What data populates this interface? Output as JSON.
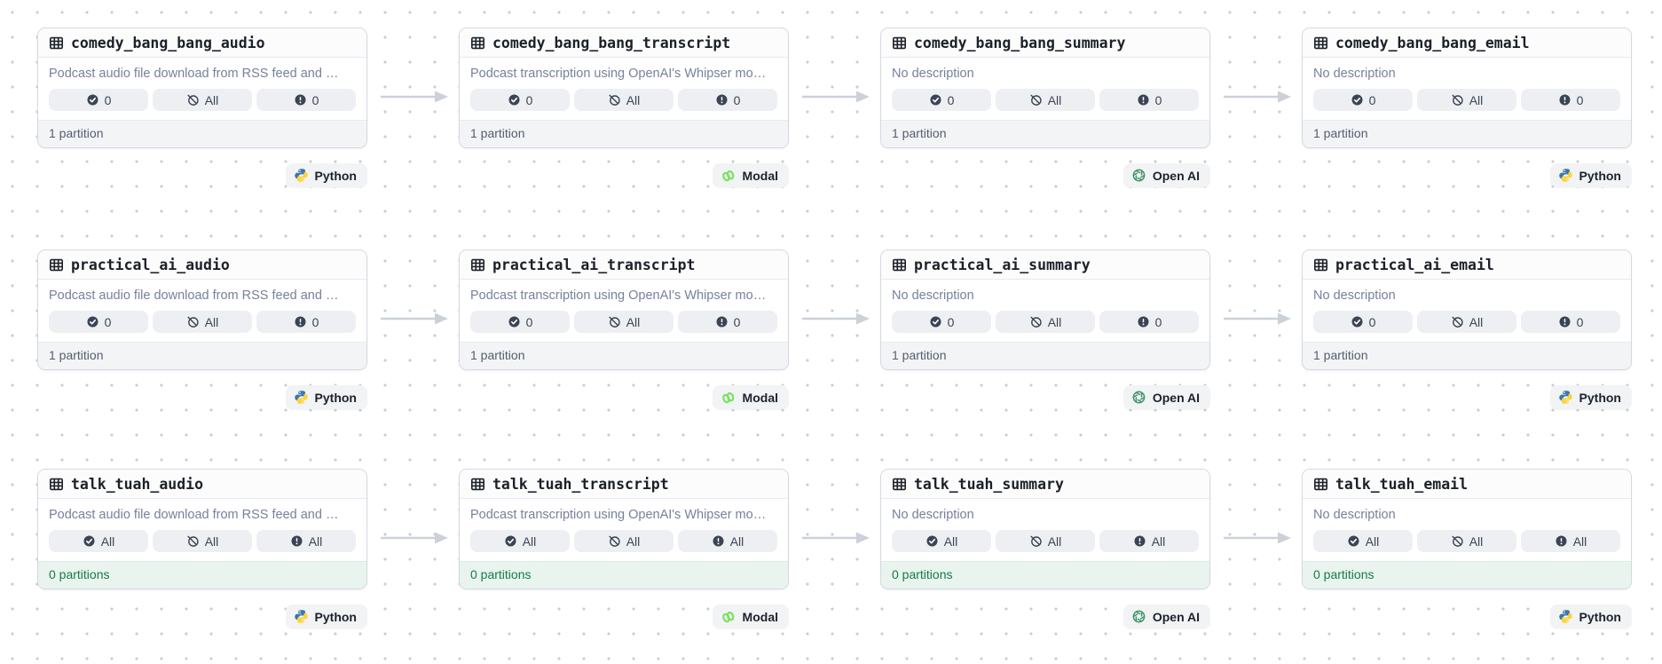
{
  "colors": {
    "arrow": "#ccd1d9",
    "dot_grid": "#c9ced6",
    "badge_bg": "#edeff2",
    "footer_green_bg": "#e8f4ed",
    "footer_green_text": "#167a4d",
    "python_blue": "#3b77a9",
    "python_yellow": "#ffd43b",
    "modal_green": "#74e357",
    "openai_green": "#41956a"
  },
  "rows": [
    {
      "cards": [
        {
          "title": "comedy_bang_bang_audio",
          "description": "Podcast audio file download from RSS feed and …",
          "badges": [
            {
              "icon": "check-circle",
              "label": "0"
            },
            {
              "icon": "slash-circle",
              "label": "All"
            },
            {
              "icon": "exclamation-circle",
              "label": "0"
            }
          ],
          "footer": "1 partition",
          "footer_state": "default",
          "tag": {
            "icon": "python",
            "label": "Python"
          }
        },
        {
          "title": "comedy_bang_bang_transcript",
          "description": "Podcast transcription using OpenAI's Whipser mo…",
          "badges": [
            {
              "icon": "check-circle",
              "label": "0"
            },
            {
              "icon": "slash-circle",
              "label": "All"
            },
            {
              "icon": "exclamation-circle",
              "label": "0"
            }
          ],
          "footer": "1 partition",
          "footer_state": "default",
          "tag": {
            "icon": "modal",
            "label": "Modal"
          }
        },
        {
          "title": "comedy_bang_bang_summary",
          "description": "No description",
          "badges": [
            {
              "icon": "check-circle",
              "label": "0"
            },
            {
              "icon": "slash-circle",
              "label": "All"
            },
            {
              "icon": "exclamation-circle",
              "label": "0"
            }
          ],
          "footer": "1 partition",
          "footer_state": "default",
          "tag": {
            "icon": "openai",
            "label": "Open AI"
          }
        },
        {
          "title": "comedy_bang_bang_email",
          "description": "No description",
          "badges": [
            {
              "icon": "check-circle",
              "label": "0"
            },
            {
              "icon": "slash-circle",
              "label": "All"
            },
            {
              "icon": "exclamation-circle",
              "label": "0"
            }
          ],
          "footer": "1 partition",
          "footer_state": "default",
          "tag": {
            "icon": "python",
            "label": "Python"
          }
        }
      ]
    },
    {
      "cards": [
        {
          "title": "practical_ai_audio",
          "description": "Podcast audio file download from RSS feed and …",
          "badges": [
            {
              "icon": "check-circle",
              "label": "0"
            },
            {
              "icon": "slash-circle",
              "label": "All"
            },
            {
              "icon": "exclamation-circle",
              "label": "0"
            }
          ],
          "footer": "1 partition",
          "footer_state": "default",
          "tag": {
            "icon": "python",
            "label": "Python"
          }
        },
        {
          "title": "practical_ai_transcript",
          "description": "Podcast transcription using OpenAI's Whipser mo…",
          "badges": [
            {
              "icon": "check-circle",
              "label": "0"
            },
            {
              "icon": "slash-circle",
              "label": "All"
            },
            {
              "icon": "exclamation-circle",
              "label": "0"
            }
          ],
          "footer": "1 partition",
          "footer_state": "default",
          "tag": {
            "icon": "modal",
            "label": "Modal"
          }
        },
        {
          "title": "practical_ai_summary",
          "description": "No description",
          "badges": [
            {
              "icon": "check-circle",
              "label": "0"
            },
            {
              "icon": "slash-circle",
              "label": "All"
            },
            {
              "icon": "exclamation-circle",
              "label": "0"
            }
          ],
          "footer": "1 partition",
          "footer_state": "default",
          "tag": {
            "icon": "openai",
            "label": "Open AI"
          }
        },
        {
          "title": "practical_ai_email",
          "description": "No description",
          "badges": [
            {
              "icon": "check-circle",
              "label": "0"
            },
            {
              "icon": "slash-circle",
              "label": "All"
            },
            {
              "icon": "exclamation-circle",
              "label": "0"
            }
          ],
          "footer": "1 partition",
          "footer_state": "default",
          "tag": {
            "icon": "python",
            "label": "Python"
          }
        }
      ]
    },
    {
      "cards": [
        {
          "title": "talk_tuah_audio",
          "description": "Podcast audio file download from RSS feed and …",
          "badges": [
            {
              "icon": "check-circle",
              "label": "All"
            },
            {
              "icon": "slash-circle",
              "label": "All"
            },
            {
              "icon": "exclamation-circle",
              "label": "All"
            }
          ],
          "footer": "0 partitions",
          "footer_state": "green",
          "tag": {
            "icon": "python",
            "label": "Python"
          }
        },
        {
          "title": "talk_tuah_transcript",
          "description": "Podcast transcription using OpenAI's Whipser mo…",
          "badges": [
            {
              "icon": "check-circle",
              "label": "All"
            },
            {
              "icon": "slash-circle",
              "label": "All"
            },
            {
              "icon": "exclamation-circle",
              "label": "All"
            }
          ],
          "footer": "0 partitions",
          "footer_state": "green",
          "tag": {
            "icon": "modal",
            "label": "Modal"
          }
        },
        {
          "title": "talk_tuah_summary",
          "description": "No description",
          "badges": [
            {
              "icon": "check-circle",
              "label": "All"
            },
            {
              "icon": "slash-circle",
              "label": "All"
            },
            {
              "icon": "exclamation-circle",
              "label": "All"
            }
          ],
          "footer": "0 partitions",
          "footer_state": "green",
          "tag": {
            "icon": "openai",
            "label": "Open AI"
          }
        },
        {
          "title": "talk_tuah_email",
          "description": "No description",
          "badges": [
            {
              "icon": "check-circle",
              "label": "All"
            },
            {
              "icon": "slash-circle",
              "label": "All"
            },
            {
              "icon": "exclamation-circle",
              "label": "All"
            }
          ],
          "footer": "0 partitions",
          "footer_state": "green",
          "tag": {
            "icon": "python",
            "label": "Python"
          }
        }
      ]
    }
  ]
}
